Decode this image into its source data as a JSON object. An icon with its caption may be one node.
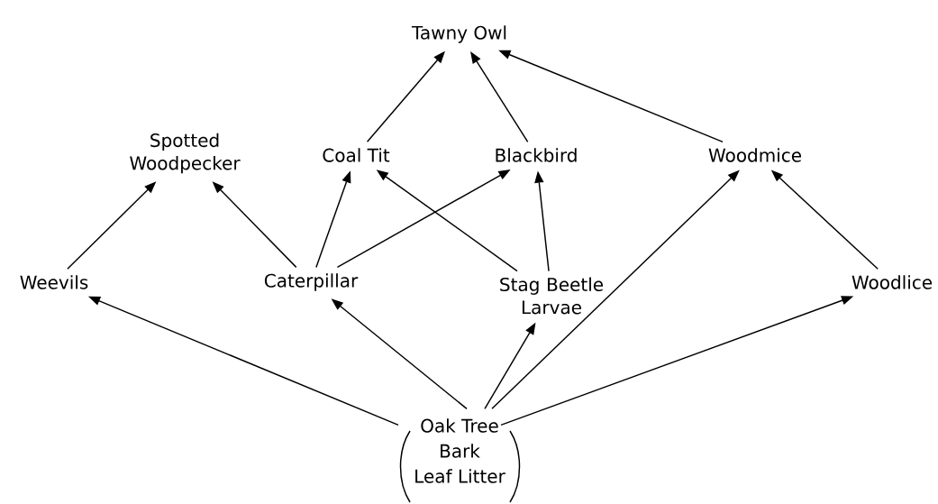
{
  "diagram": {
    "nodes": [
      {
        "text": [
          "Tawny Owl"
        ]
      },
      {
        "text": [
          "Spotted Woodpecker"
        ]
      },
      {
        "text": [
          "Coal Tit"
        ]
      },
      {
        "text": [
          "Blackbird"
        ]
      },
      {
        "text": [
          "Woodmice"
        ]
      },
      {
        "text": [
          "Weevils"
        ]
      },
      {
        "text": [
          "Caterpillar"
        ]
      },
      {
        "text": [
          "Stag Beetle Larvae"
        ]
      },
      {
        "text": [
          "Woodlice"
        ]
      },
      {
        "text": [
          "Oak Tree",
          "Bark",
          "Leaf Litter"
        ]
      }
    ],
    "edges": [
      {
        "from": 2,
        "to": 0,
        "arrow": "to"
      },
      {
        "from": 3,
        "to": 0,
        "arrow": "to"
      },
      {
        "from": 4,
        "to": 0,
        "arrow": "to"
      },
      {
        "from": 5,
        "to": 1,
        "arrow": "to"
      },
      {
        "from": 6,
        "to": 1,
        "arrow": "to"
      },
      {
        "from": 6,
        "to": 2,
        "arrow": "to"
      },
      {
        "from": 6,
        "to": 3,
        "arrow": "to"
      },
      {
        "from": 7,
        "to": 2,
        "arrow": "to"
      },
      {
        "from": 7,
        "to": 3,
        "arrow": "to"
      },
      {
        "from": 8,
        "to": 4,
        "arrow": "to"
      },
      {
        "from": 9,
        "to": 5,
        "arrow": "to"
      },
      {
        "from": 9,
        "to": 6,
        "arrow": "to"
      },
      {
        "from": 9,
        "to": 7,
        "arrow": "to"
      },
      {
        "from": 9,
        "to": 4,
        "arrow": "to"
      },
      {
        "from": 9,
        "to": 8,
        "arrow": "to"
      }
    ]
  }
}
